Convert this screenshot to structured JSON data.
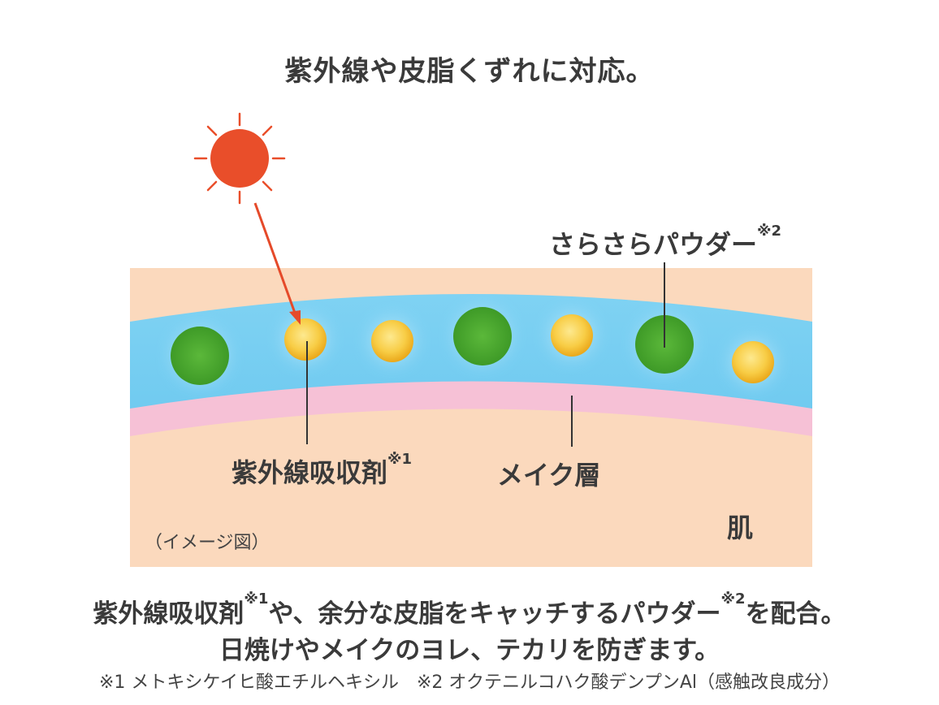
{
  "title": "紫外線や皮脂くずれに対応。",
  "labels": {
    "powder": "さらさらパウダー",
    "powder_note": "※2",
    "uv_absorber": "紫外線吸収剤",
    "uv_absorber_note": "※1",
    "makeup_layer": "メイク層",
    "skin": "肌",
    "image_caption": "（イメージ図）"
  },
  "description": {
    "line1_a": "紫外線吸収剤",
    "line1_note1": "※1",
    "line1_b": "や、余分な皮脂をキャッチするパウダー",
    "line1_note2": "※2",
    "line1_c": "を配合。",
    "line2": "日焼けやメイクのヨレ、テカリを防ぎます。"
  },
  "footnote": "※1 メトキシケイヒ酸エチルヘキシル　※2 オクテニルコハク酸デンプンAl（感触改良成分）",
  "colors": {
    "sun": "#e94e2a",
    "skin": "#fbd9bd",
    "makeup": "#f6c1d6",
    "blue_layer": "#6cc8ef",
    "green_particle": "#4ba82e",
    "yellow_particle": "#f7c63e",
    "arrow": "#e54a2a"
  }
}
